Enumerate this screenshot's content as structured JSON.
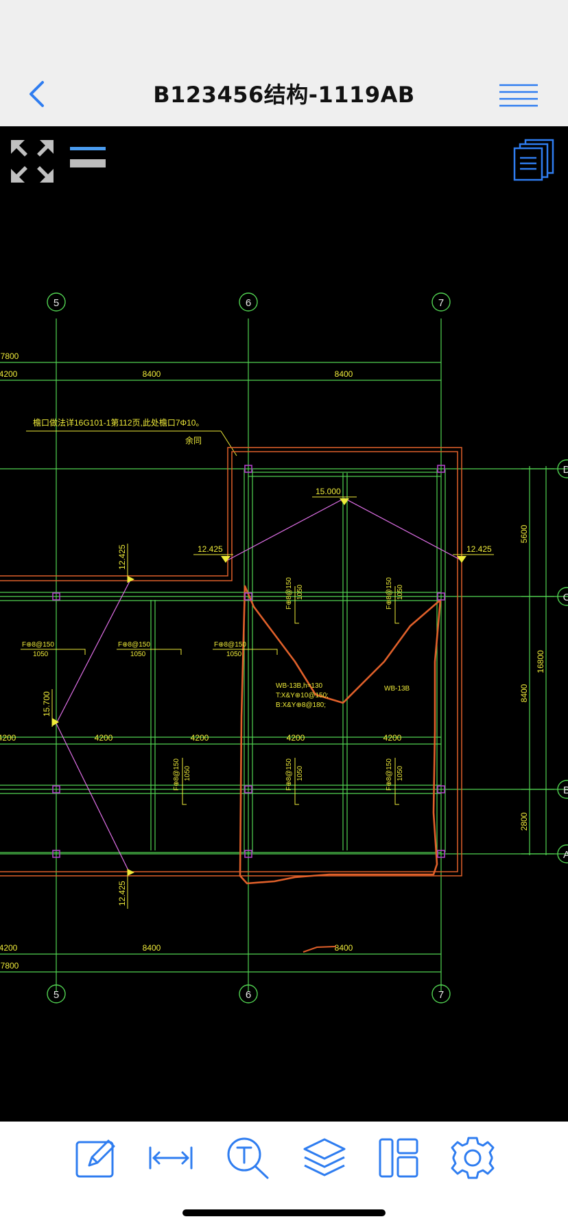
{
  "header": {
    "title": "B123456结构-1119AB",
    "back_icon": "chevron-left-icon",
    "menu_icon": "hamburger-menu-icon"
  },
  "canvas_tools": {
    "expand_icon": "expand-arrows-icon",
    "lines_icon": "line-style-icon",
    "pages_icon": "pages-stack-icon"
  },
  "drawing": {
    "axis_labels_top": [
      "5",
      "6",
      "7"
    ],
    "axis_labels_bottom": [
      "5",
      "6",
      "7"
    ],
    "right_axis_labels": [
      "D",
      "C",
      "B",
      "A"
    ],
    "top_dim_overall": "7800",
    "top_dim_left": "4200",
    "top_dims": [
      "8400",
      "8400"
    ],
    "bottom_dim_left": "4200",
    "bottom_dims": [
      "8400",
      "8400"
    ],
    "bottom_dim_overall": "7800",
    "mid_dims": [
      "4200",
      "4200",
      "4200",
      "4200",
      "4200"
    ],
    "right_dims": [
      "5600",
      "8400",
      "2800"
    ],
    "right_dim_total": "16800",
    "note": "檐口做法详16G101-1第112页,此处檐口7Φ10。",
    "note_sub": "余同",
    "elevations": {
      "ridge": "15.000",
      "left_roof": "12.425",
      "right_roof": "12.425",
      "upper_left": "12.425",
      "lower_left": "12.425",
      "left_ridge": "15.700"
    },
    "rebar_labels": [
      "F⊕8@150",
      "F⊕8@150",
      "F⊕8@150",
      "F⊕8@150",
      "F⊕8@150",
      "F⊕8@150",
      "F⊕8@150",
      "F⊕8@150"
    ],
    "rebar_lengths": [
      "1050",
      "1050",
      "1050",
      "1050",
      "1050",
      "1050",
      "1050",
      "1050"
    ],
    "slab_label_1": "WB-13B,h=130",
    "slab_label_2": "T:X&Y⊕10@150;",
    "slab_label_3": "B:X&Y⊕8@180;",
    "slab_label_4": "WB-13B"
  },
  "toolbar": {
    "edit_icon": "edit-pencil-icon",
    "measure_icon": "measure-distance-icon",
    "text_search_icon": "text-search-icon",
    "layers_icon": "layers-icon",
    "layout_icon": "layout-icon",
    "settings_icon": "settings-gear-icon"
  },
  "colors": {
    "accent": "#2f7df0",
    "cad_green": "#52d452",
    "cad_yellow": "#f0ec3a",
    "cad_orange": "#e0602a",
    "cad_magenta": "#e070e8",
    "cad_purple": "#b040c8"
  }
}
